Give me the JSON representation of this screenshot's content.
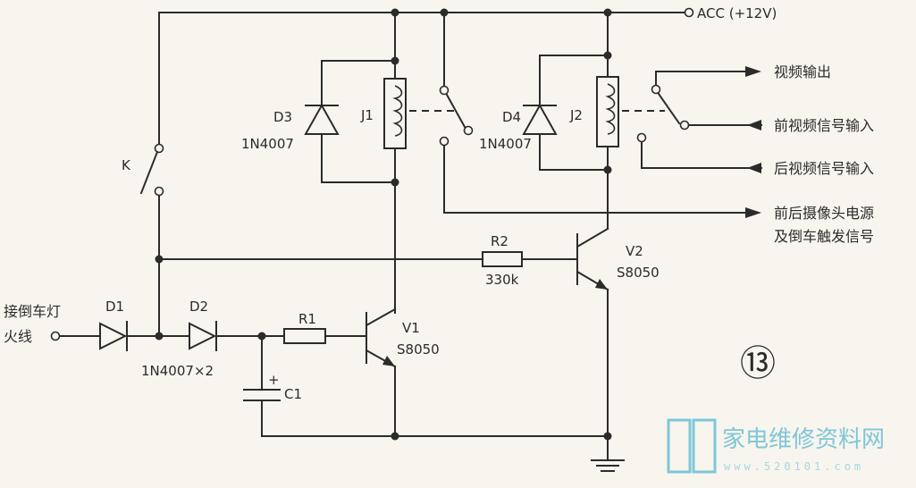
{
  "supply": {
    "label": "ACC (+12V)"
  },
  "switch_k": {
    "label": "K"
  },
  "diodes": {
    "d1": {
      "label": "D1"
    },
    "d2": {
      "label": "D2"
    },
    "d1d2_part": "1N4007×2",
    "d3": {
      "label": "D3",
      "part": "1N4007"
    },
    "d4": {
      "label": "D4",
      "part": "1N4007"
    }
  },
  "relays": {
    "j1": {
      "label": "J1"
    },
    "j2": {
      "label": "J2"
    }
  },
  "resistors": {
    "r1": {
      "label": "R1"
    },
    "r2": {
      "label": "R2",
      "value": "330k"
    }
  },
  "capacitor": {
    "label": "C1",
    "polarity": "+"
  },
  "transistors": {
    "v1": {
      "label": "V1",
      "part": "S8050"
    },
    "v2": {
      "label": "V2",
      "part": "S8050"
    }
  },
  "input": {
    "line1": "接倒车灯",
    "line2": "火线"
  },
  "outputs": {
    "video_out": "视频输出",
    "front_video_in": "前视频信号输入",
    "rear_video_in": "后视频信号输入",
    "camera_power_line1": "前后摄像头电源",
    "camera_power_line2": "及倒车触发信号"
  },
  "figure_number": "⑬",
  "watermark": {
    "title": "家电维修资料网",
    "url": "www.520101.com",
    "accent": "#7fc6d8"
  }
}
